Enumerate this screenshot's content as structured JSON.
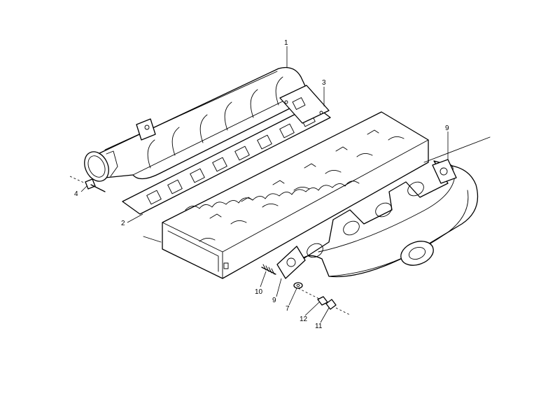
{
  "callouts": {
    "intake_manifold": "1",
    "intake_gasket": "2",
    "front_gasket": "3",
    "bolt": "4",
    "exhaust_gasket_front": "9",
    "exhaust_gasket_rear": "9",
    "washer_7": "7",
    "stud": "10",
    "nut_11": "11",
    "washer_12": "12"
  }
}
